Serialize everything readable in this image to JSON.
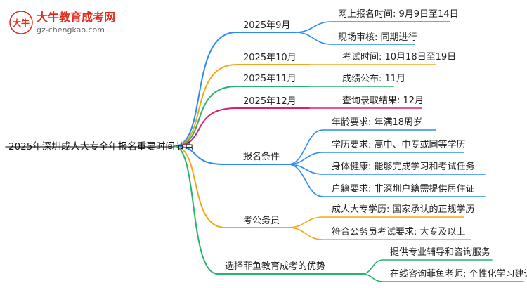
{
  "logo": {
    "title": "大牛教育成考网",
    "url": "gz-chengkao.com",
    "mark_glyph": "大牛"
  },
  "root": {
    "label": "2025年深圳成人大专全年报名重要时间节点"
  },
  "branches": [
    {
      "label": "2025年9月",
      "color": "#2b8cf0",
      "children": [
        "网上报名时间: 9月9日至14日",
        "现场审核: 同期进行"
      ]
    },
    {
      "label": "2025年10月",
      "color": "#f2a71b",
      "children": [
        "考试时间: 10月18日至19日"
      ]
    },
    {
      "label": "2025年11月",
      "color": "#27b36a",
      "children": [
        "成绩公布: 11月"
      ]
    },
    {
      "label": "2025年12月",
      "color": "#e01d6a",
      "children": [
        "查询录取结果: 12月"
      ]
    },
    {
      "label": "报名条件",
      "color": "#2b8cf0",
      "children": [
        "年龄要求: 年满18周岁",
        "学历要求: 高中、中专或同等学历",
        "身体健康: 能够完成学习和考试任务",
        "户籍要求: 非深圳户籍需提供居住证"
      ]
    },
    {
      "label": "考公务员",
      "color": "#f2a71b",
      "children": [
        "成人大专学历: 国家承认的正规学历",
        "符合公务员考试要求: 大专及以上"
      ]
    },
    {
      "label": "选择菲鱼教育成考的优势",
      "color": "#27b36a",
      "children": [
        "提供专业辅导和咨询服务",
        "在线咨询菲鱼老师: 个性化学习建议"
      ]
    }
  ]
}
